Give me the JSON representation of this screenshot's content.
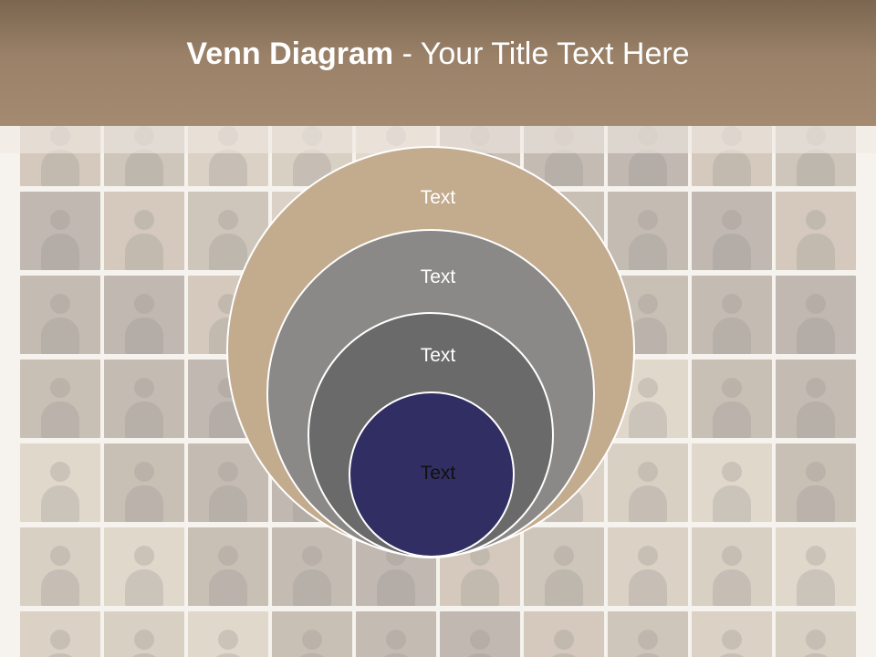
{
  "slide": {
    "title_bold": "Venn Diagram",
    "title_rest": " - Your Title Text Here"
  },
  "diagram": {
    "rings": [
      {
        "label": "Text",
        "color": "#c3ab8e"
      },
      {
        "label": "Text",
        "color": "#8a8987"
      },
      {
        "label": "Text",
        "color": "#6a6a6a"
      },
      {
        "label": "Text",
        "color": "#302e62"
      }
    ]
  },
  "colors": {
    "header": "#9a8168",
    "outline": "#ffffff"
  }
}
